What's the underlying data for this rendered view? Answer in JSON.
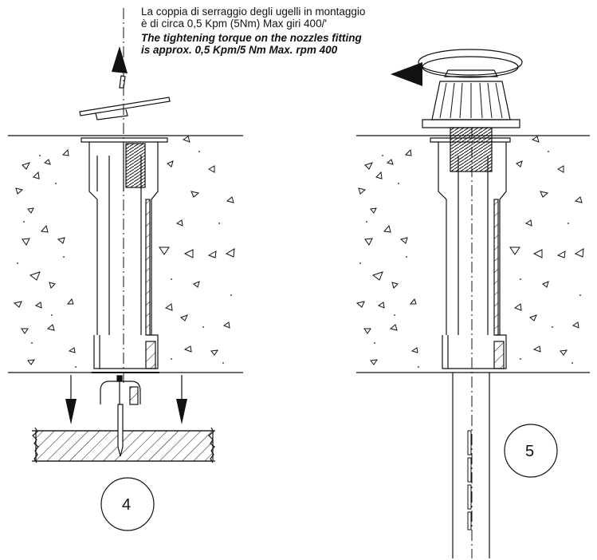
{
  "notes": {
    "it_line1": "La coppia di serraggio degli ugelli in montaggio",
    "it_line2": "è di circa 0,5 Kpm (5Nm) Max giri 400/'",
    "en_line1": "The tightening torque on the nozzles fitting",
    "en_line2": "is approx. 0,5 Kpm/5 Nm Max. rpm 400"
  },
  "steps": {
    "left": "4",
    "right": "5"
  },
  "colors": {
    "ink": "#111111",
    "paper": "#ffffff"
  },
  "icons": [
    "up-arrow-icon",
    "rotation-arrow-icon",
    "down-arrow-icon"
  ]
}
